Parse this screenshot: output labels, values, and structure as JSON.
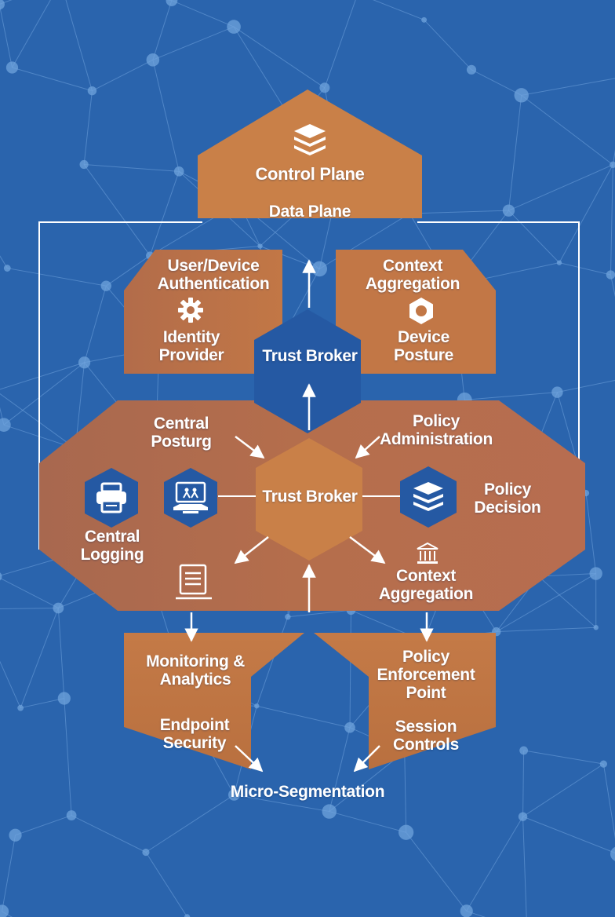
{
  "diagram": {
    "top_block": {
      "icon": "layers-icon",
      "label": "Control Plane",
      "sublabel": "Data Plane"
    },
    "upper_left": {
      "title": "User/Device\nAuthentication",
      "icon": "gear-icon",
      "label": "Identity\nProvider"
    },
    "upper_right": {
      "title": "Context\nAggregation",
      "icon": "hex-nut-icon",
      "label": "Device\nPosture"
    },
    "upper_center": {
      "label": "Trust Broker"
    },
    "core_center": {
      "label": "Trust Broker"
    },
    "core_left": {
      "title": "Central\nPosturg",
      "monitor_icon": "monitor-network-icon",
      "printer_icon": "printer-icon",
      "logging": "Central\nLogging",
      "document_icon": "document-icon"
    },
    "core_right": {
      "title": "Policy\nAdministration",
      "decision_icon": "layers-icon",
      "decision": "Policy\nDecision",
      "bank_icon": "bank-icon",
      "context": "Context\nAggregation"
    },
    "bottom_left": {
      "title": "Monitoring &\nAnalytics",
      "label": "Endpoint\nSecurity"
    },
    "bottom_right": {
      "title": "Policy\nEnforcement\nPoint",
      "label": "Session\nControls"
    },
    "footer": {
      "label": "Micro-Segmentation"
    }
  },
  "colors": {
    "background": "#2a64ad",
    "network": "#6fa3dc",
    "orange": "#c97f46",
    "brown": "#b06a4e",
    "hex_blue": "#2559a3",
    "arrow": "#ffffff"
  }
}
